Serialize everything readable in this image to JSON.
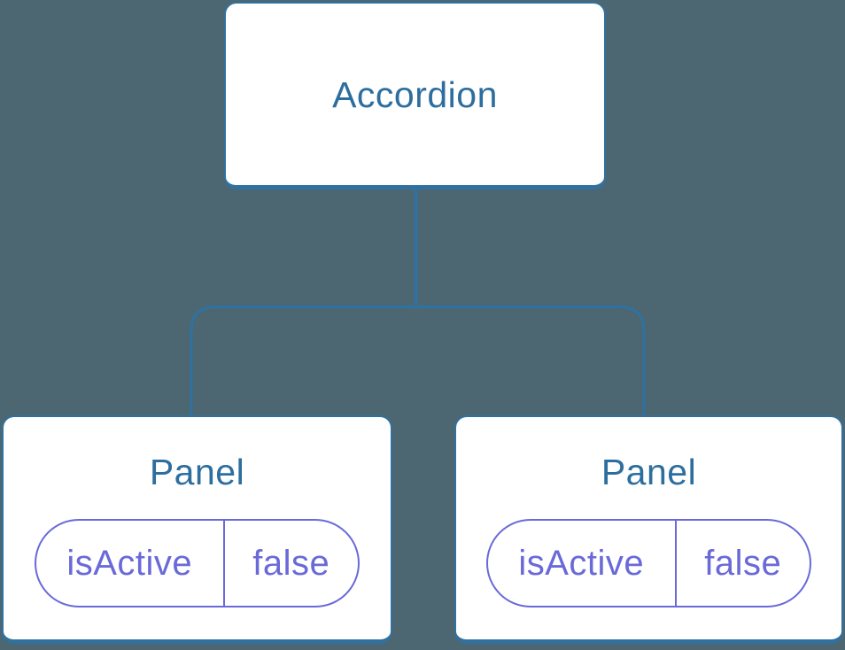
{
  "diagram": {
    "type": "component-tree",
    "root": {
      "label": "Accordion"
    },
    "children": [
      {
        "label": "Panel",
        "state": {
          "key": "isActive",
          "value": "false"
        }
      },
      {
        "label": "Panel",
        "state": {
          "key": "isActive",
          "value": "false"
        }
      }
    ]
  },
  "colors": {
    "background": "#4C6772",
    "node_fill": "#FFFFFF",
    "node_border": "#30719F",
    "node_text": "#2D6E9E",
    "connector_color": "#30719F",
    "state_accent": "#6A69D9"
  }
}
